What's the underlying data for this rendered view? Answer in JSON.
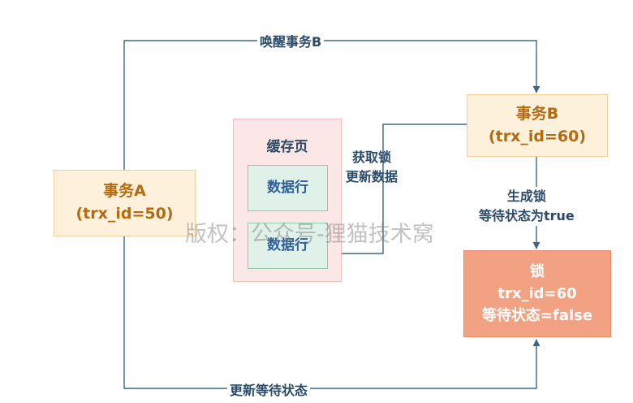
{
  "diagram": {
    "transaction_a": {
      "name": "事务A",
      "trx": "(trx_id=50)"
    },
    "transaction_b": {
      "name": "事务B",
      "trx": "(trx_id=60)"
    },
    "cache_page": {
      "title": "缓存页",
      "rows": [
        "数据行",
        "数据行"
      ]
    },
    "lock": {
      "title": "锁",
      "trx": "trx_id=60",
      "waiting": "等待状态=false"
    },
    "edges": {
      "wake_b": "唤醒事务B",
      "acquire_update": [
        "获取锁",
        "更新数据"
      ],
      "generate_lock": [
        "生成锁",
        "等待状态为true"
      ],
      "update_wait": "更新等待状态"
    },
    "watermark": "版权：公众号-狸猫技术窝"
  },
  "colors": {
    "line": "#3f6784",
    "transaction_fill": "#fdf1dc",
    "cache_fill": "#fbe7e5",
    "row_fill": "#dff1e9",
    "lock_fill": "#f2a183"
  }
}
